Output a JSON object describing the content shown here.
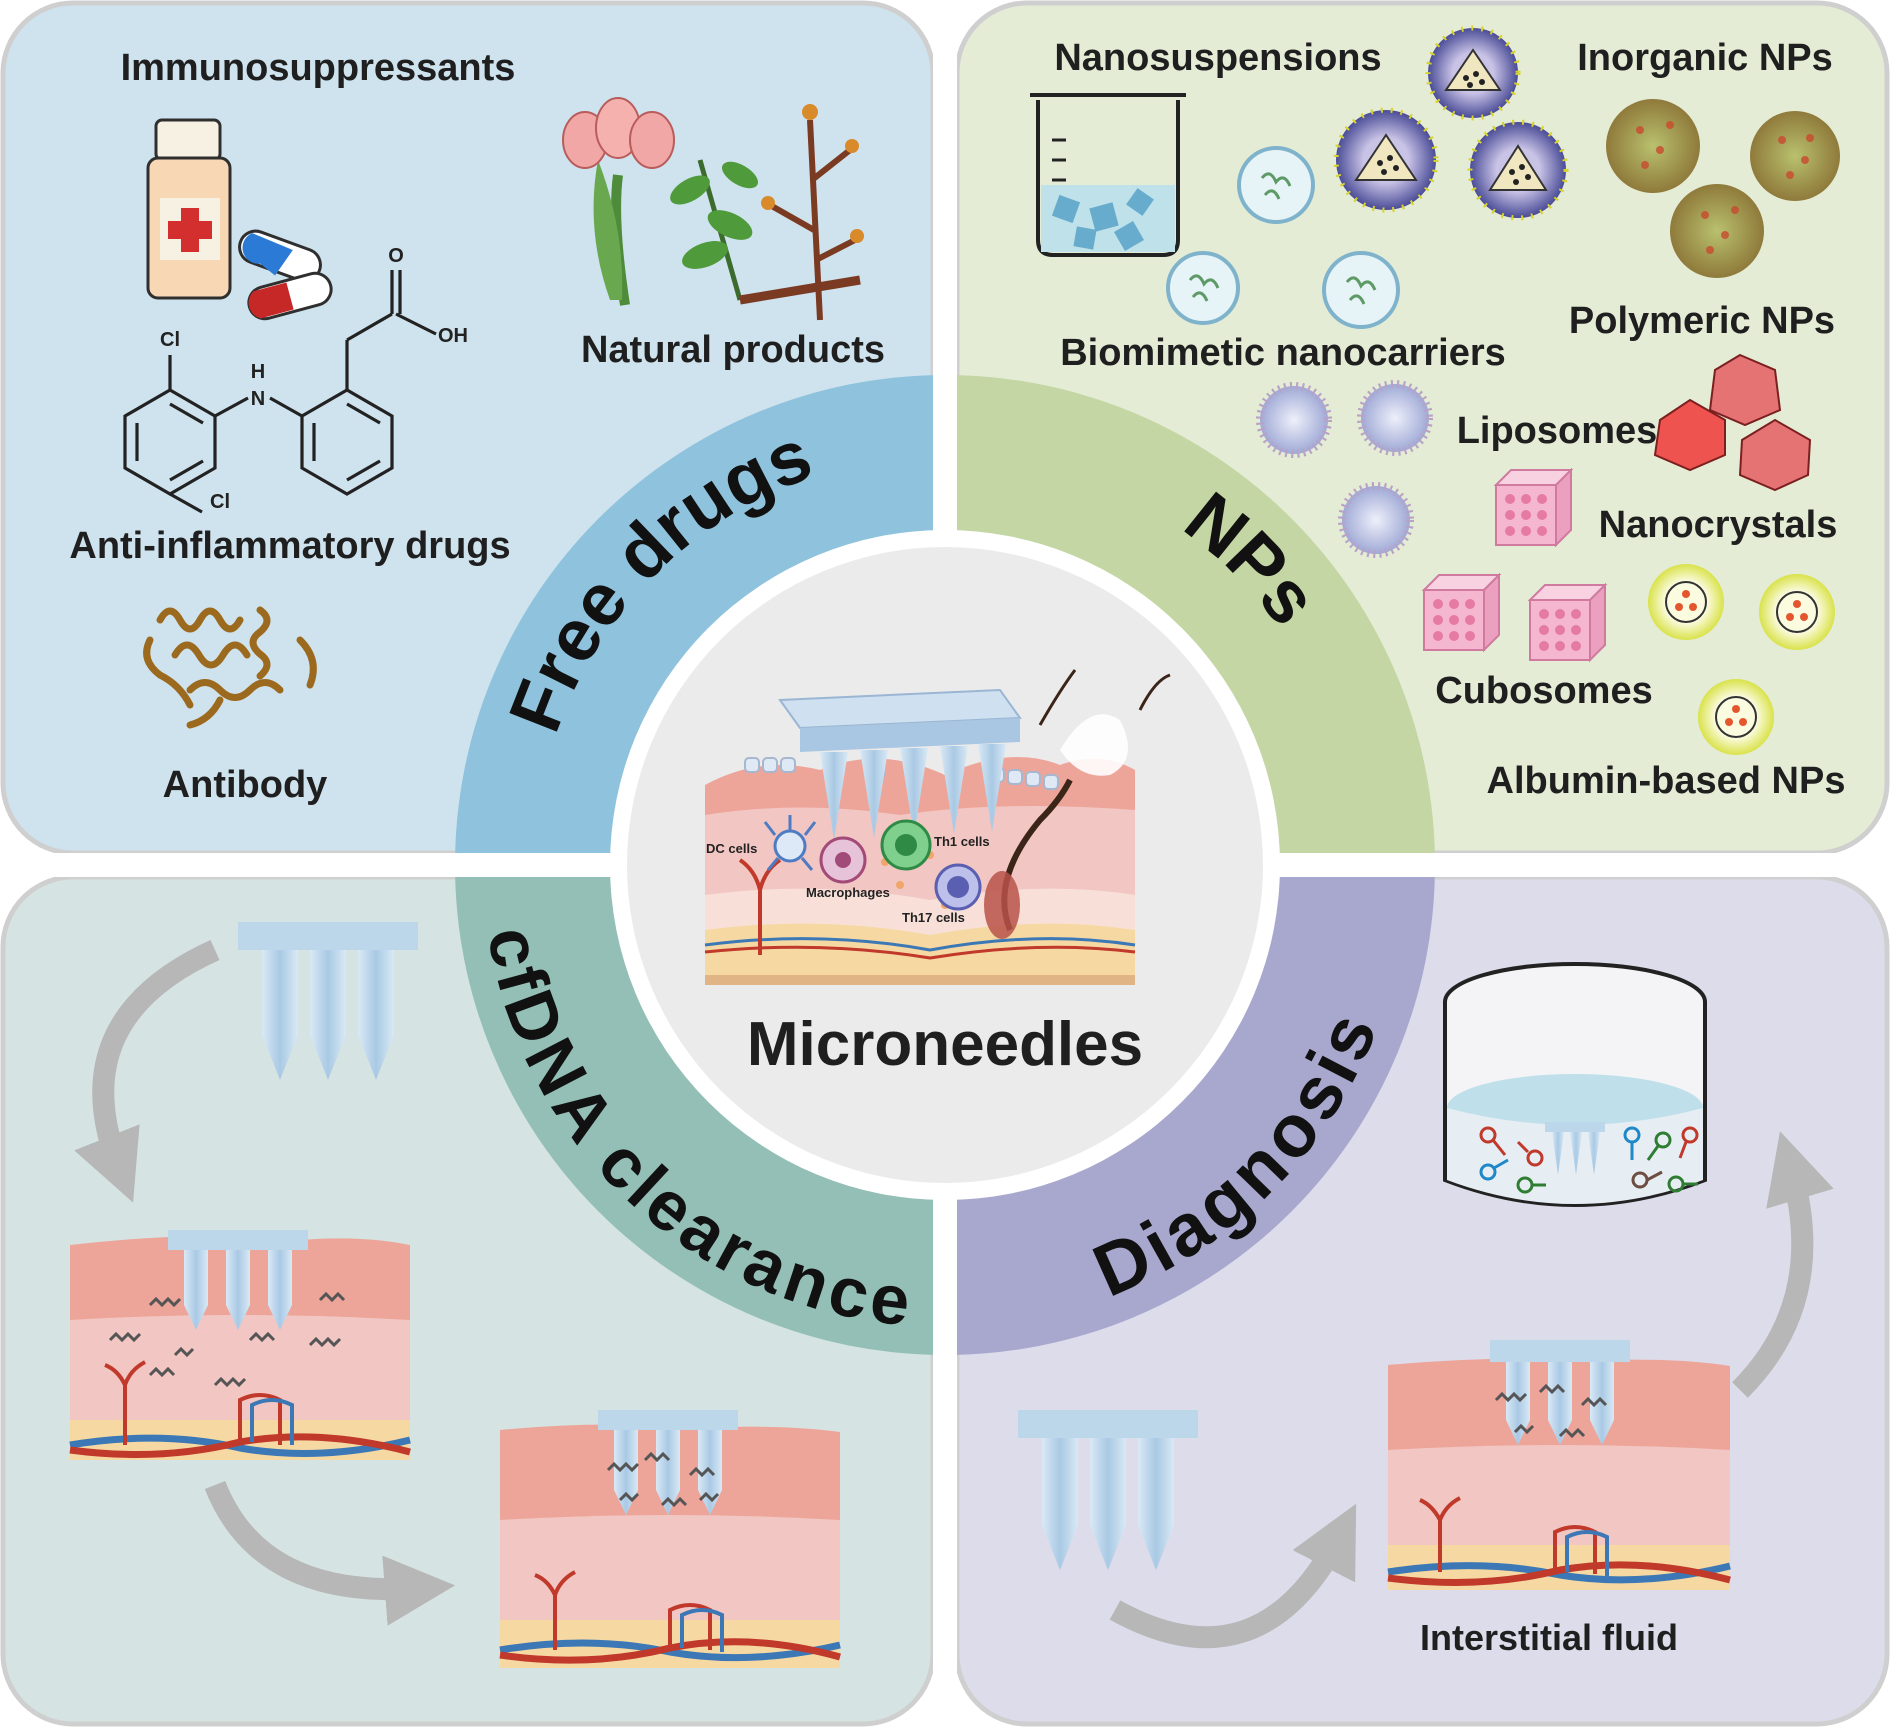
{
  "quadrants": {
    "free_drugs": {
      "title": "Free drugs",
      "labels": [
        "Immunosuppressants",
        "Natural products",
        "Anti-inflammatory drugs",
        "Antibody"
      ],
      "color": "#cfe3ee"
    },
    "nps": {
      "title": "NPs",
      "labels": [
        "Nanosuspensions",
        "Inorganic NPs",
        "Biomimetic nanocarriers",
        "Polymeric NPs",
        "Liposomes",
        "Nanocrystals",
        "Cubosomes",
        "Albumin-based NPs"
      ],
      "color": "#e4ecd5"
    },
    "cfdna": {
      "title": "cfDNA clearance",
      "color": "#d5e4e2"
    },
    "diagnosis": {
      "title": "Diagnosis",
      "labels": [
        "Interstitial fluid"
      ],
      "color": "#dcdcea"
    }
  },
  "center": {
    "title": "Microneedles",
    "cell_labels": [
      "DC cells",
      "Th1 cells",
      "Macrophages",
      "Th17 cells"
    ]
  },
  "chemistry": {
    "atoms": [
      "Cl",
      "H",
      "N",
      "Cl",
      "O",
      "OH"
    ]
  },
  "colors": {
    "arc_free_drugs": "#8fc3dd",
    "arc_nps": "#c3d6a3",
    "arc_cfdna": "#94bfb6",
    "arc_diagnosis": "#a8a8cf",
    "skin_top": "#eda59a",
    "skin_mid": "#f2c6c2",
    "skin_base": "#f6d9a2",
    "needle": "#bcd6ea",
    "arrow": "#b7b7b7"
  }
}
